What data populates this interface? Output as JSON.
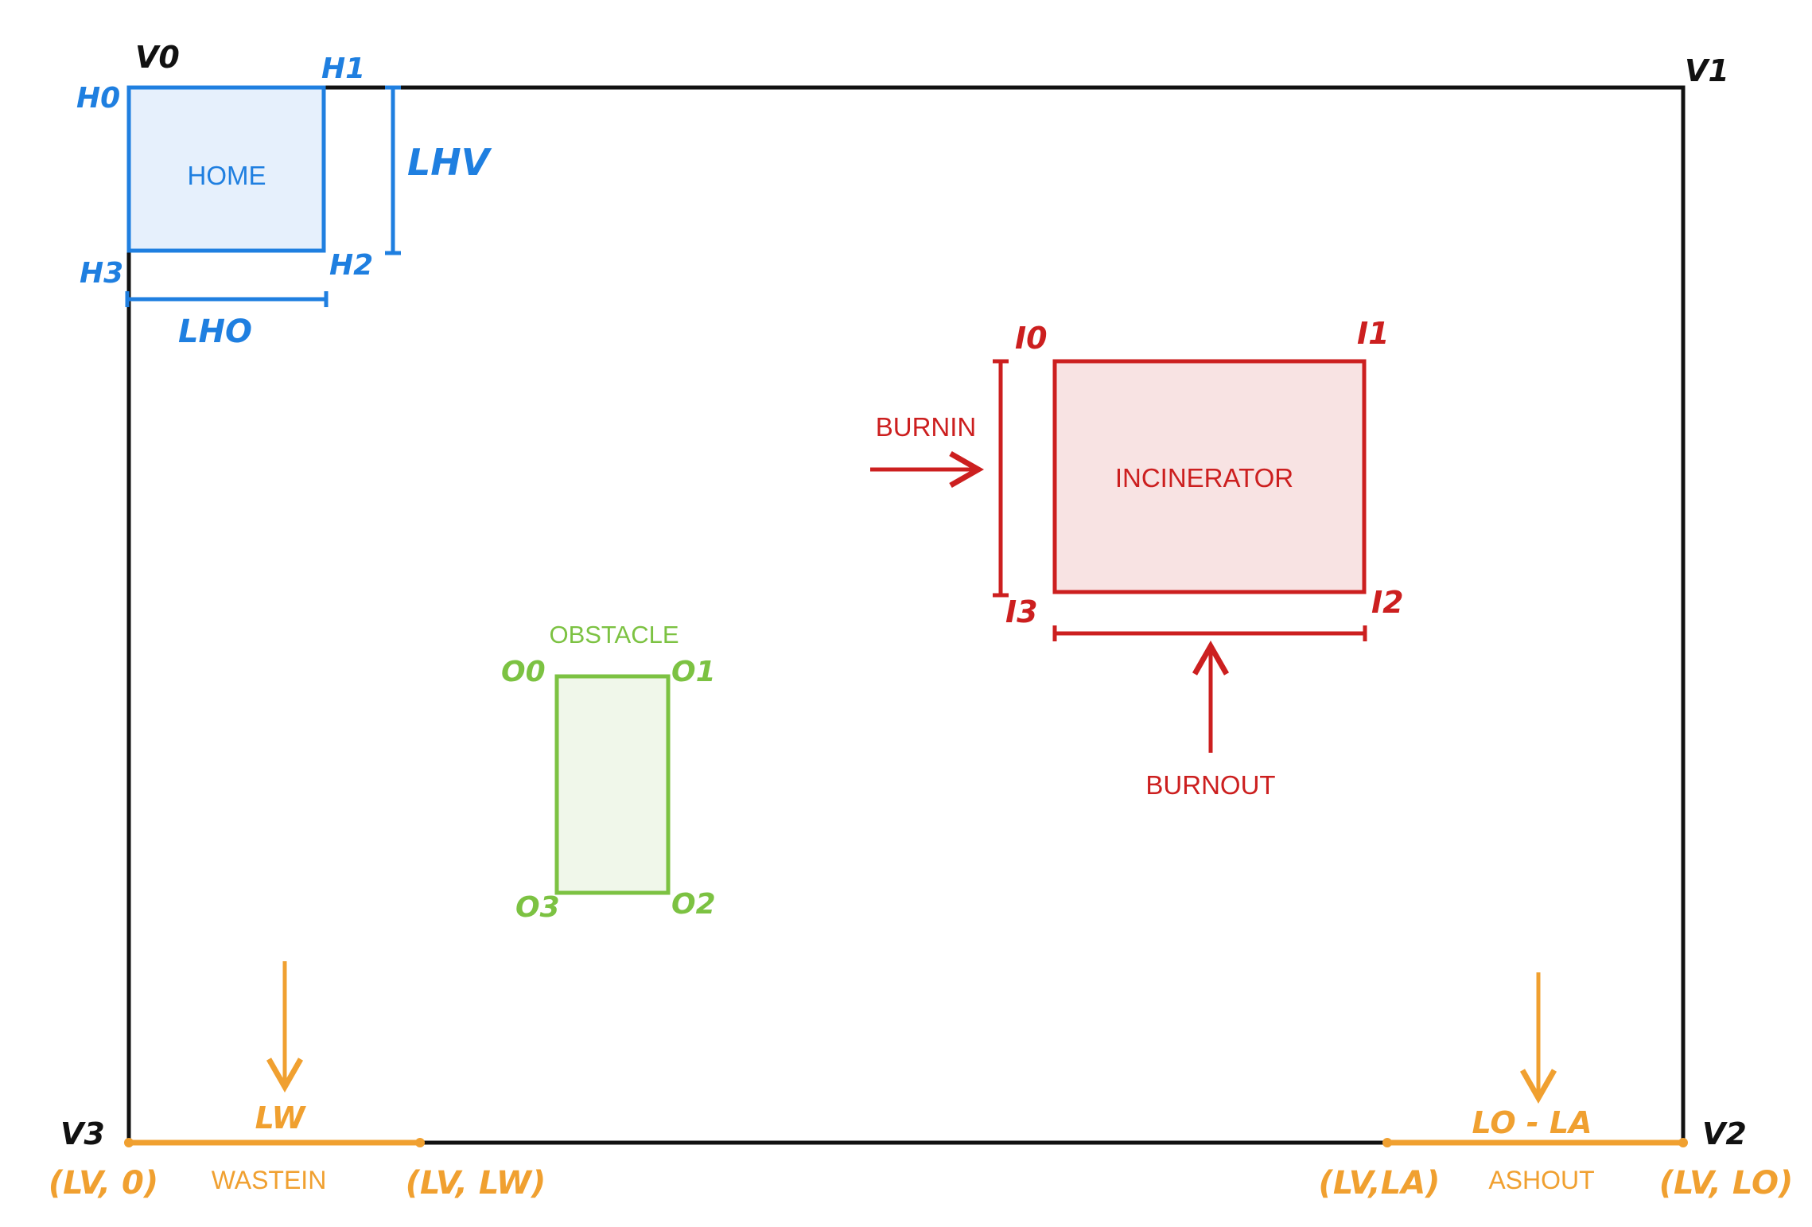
{
  "colors": {
    "boundary": "#111111",
    "home": "#1f7fe0",
    "home_fill": "#e6f0fc",
    "incinerator": "#cc1f1f",
    "incinerator_fill": "#f8e3e3",
    "obstacle": "#7cc242",
    "obstacle_fill": "#f0f7ea",
    "waste": "#f0a030"
  },
  "boundary": {
    "corners": {
      "v0": "V0",
      "v1": "V1",
      "v2": "V2",
      "v3": "V3"
    }
  },
  "home": {
    "label": "HOME",
    "corners": {
      "h0": "H0",
      "h1": "H1",
      "h2": "H2",
      "h3": "H3"
    },
    "dims": {
      "vertical": "LHV",
      "horizontal": "LHO"
    }
  },
  "incinerator": {
    "label": "INCINERATOR",
    "corners": {
      "i0": "I0",
      "i1": "I1",
      "i2": "I2",
      "i3": "I3"
    },
    "inlet": "BURNIN",
    "outlet": "BURNOUT"
  },
  "obstacle": {
    "label": "OBSTACLE",
    "corners": {
      "o0": "O0",
      "o1": "O1",
      "o2": "O2",
      "o3": "O3"
    }
  },
  "wastein": {
    "label": "WASTEIN",
    "length": "LW",
    "start": "(LV, 0)",
    "end": "(LV, LW)"
  },
  "ashout": {
    "label": "ASHOUT",
    "length": "LO - LA",
    "start": "(LV,LA)",
    "end": "(LV, LO)"
  }
}
